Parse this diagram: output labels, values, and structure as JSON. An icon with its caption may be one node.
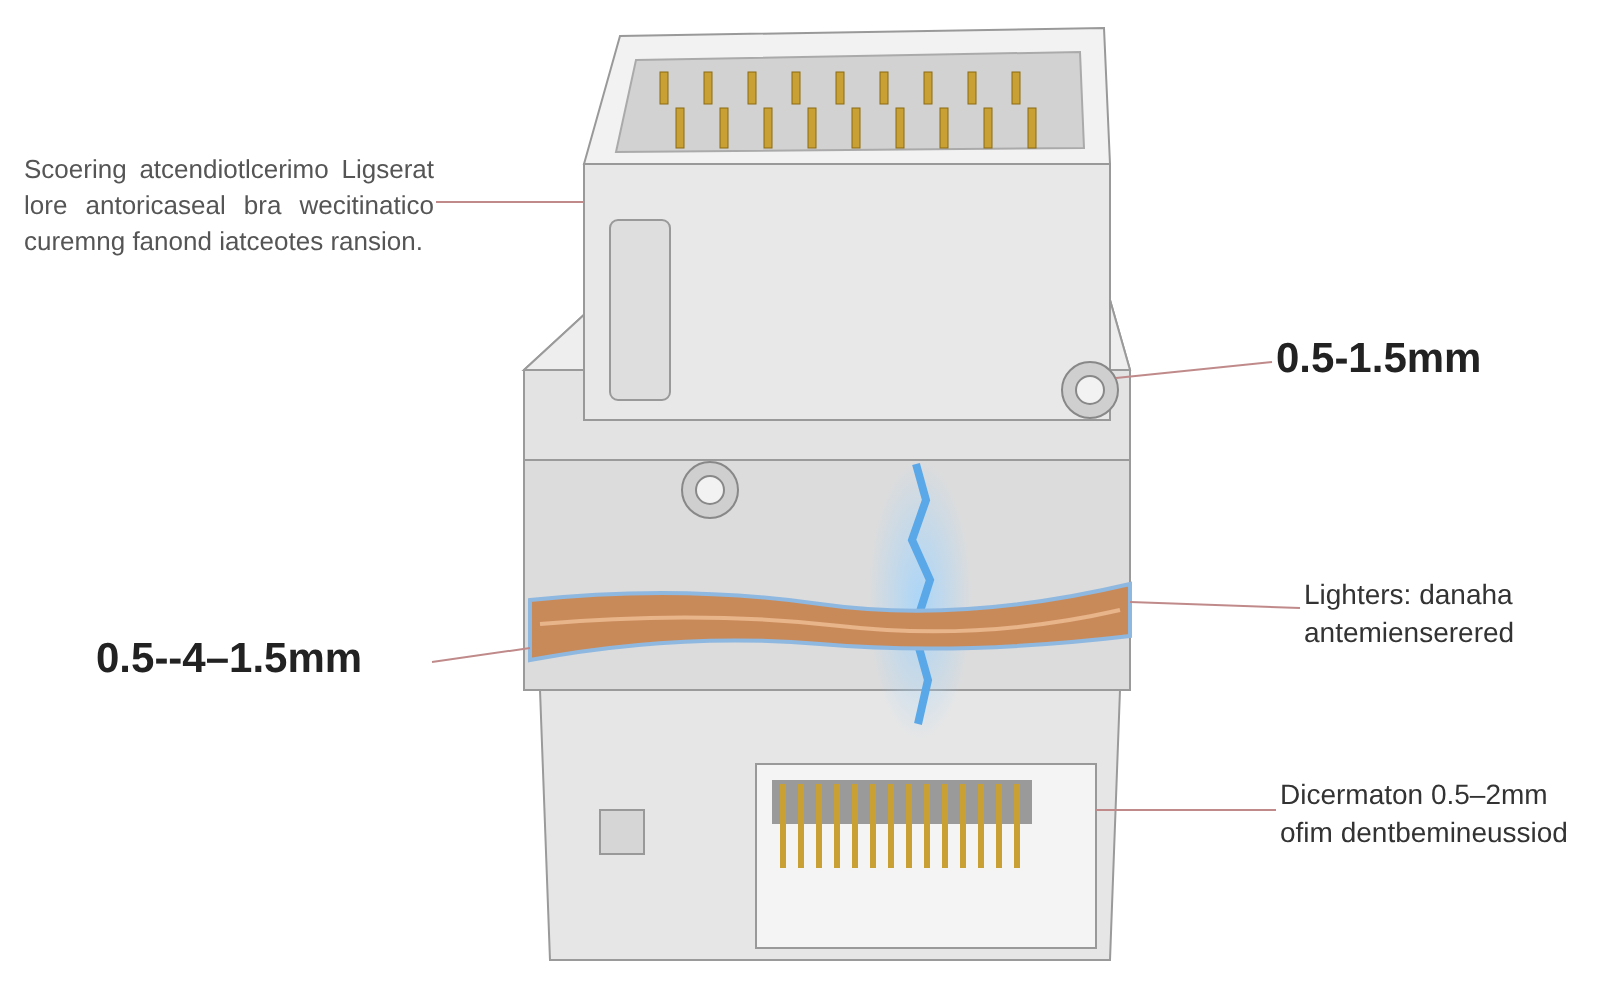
{
  "diagram": {
    "nodes": [
      {
        "text": [
          "Scoering atcendiotlcerimo Ligserat lore antoricaseal bra wecitinatico curemng fanond iatceotes ransion."
        ]
      },
      {
        "text": [],
        "shape": "picture"
      },
      {
        "text": [
          "0.5-1.5mm"
        ]
      },
      {
        "text": [],
        "shape": "circle"
      },
      {
        "text": [
          "Lighters: danaha antemienserered"
        ]
      },
      {
        "text": [],
        "shape": "picture"
      },
      {
        "text": [
          "0.5--4–1.5mm"
        ]
      },
      {
        "text": [
          "Dicermaton 0.5–2mm ofim dentbemineussiod"
        ]
      },
      {
        "text": [],
        "shape": "picture"
      }
    ],
    "edges": [
      {
        "from": 0,
        "to": 1,
        "arrow": "none"
      },
      {
        "from": 2,
        "to": 3,
        "arrow": "none"
      },
      {
        "from": 4,
        "to": 5,
        "arrow": "none"
      },
      {
        "from": 6,
        "to": 5,
        "arrow": "none"
      },
      {
        "from": 7,
        "to": 8,
        "arrow": "none"
      }
    ]
  }
}
